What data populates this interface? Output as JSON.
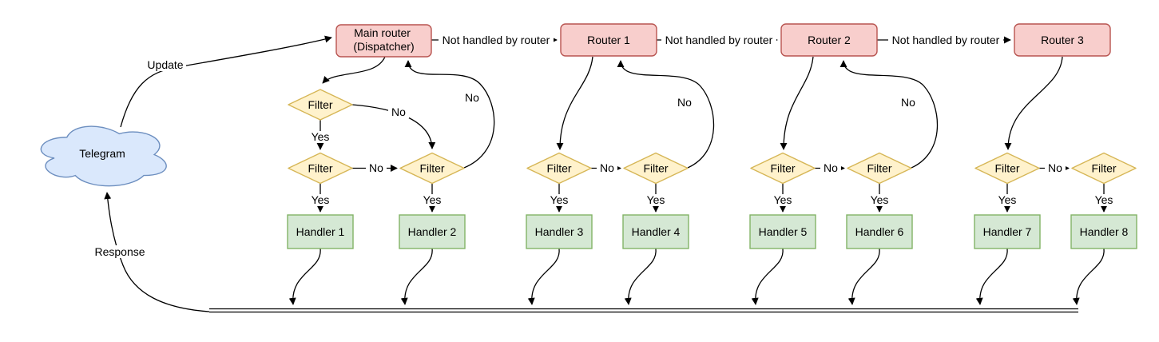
{
  "cloud": {
    "label": "Telegram"
  },
  "routers": {
    "main": {
      "line1": "Main router",
      "line2": "(Dispatcher)"
    },
    "r1": {
      "label": "Router 1"
    },
    "r2": {
      "label": "Router 2"
    },
    "r3": {
      "label": "Router 3"
    }
  },
  "filters": {
    "label": "Filter"
  },
  "handlers": [
    "Handler 1",
    "Handler 2",
    "Handler 3",
    "Handler 4",
    "Handler 5",
    "Handler 6",
    "Handler 7",
    "Handler 8"
  ],
  "edges": {
    "update": "Update",
    "response": "Response",
    "not_handled": "Not handled by router",
    "yes": "Yes",
    "no": "No"
  },
  "colors": {
    "router_fill": "#f8cecc",
    "router_stroke": "#b85450",
    "filter_fill": "#fff2cc",
    "filter_stroke": "#d6b656",
    "handler_fill": "#d5e8d4",
    "handler_stroke": "#82b366",
    "cloud_fill": "#dae8fc",
    "cloud_stroke": "#6c8ebf",
    "line": "#000000",
    "background": "#ffffff"
  }
}
